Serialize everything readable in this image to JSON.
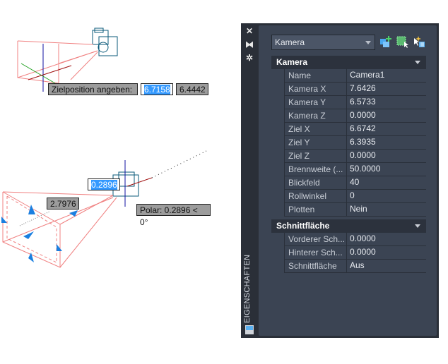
{
  "viewport": {
    "tooltip1": {
      "label": "Zielposition angeben:",
      "input_value": "6.7158",
      "second_value": "6.4442"
    },
    "tooltip2": {
      "input_value": "0.2896",
      "distance": "2.7976",
      "polar": "Polar: 0.2896 < 0°"
    }
  },
  "panel": {
    "title": "EIGENSCHAFTEN",
    "object_type": "Kamera",
    "sections": [
      {
        "title": "Kamera",
        "rows": [
          {
            "label": "Name",
            "value": "Camera1"
          },
          {
            "label": "Kamera X",
            "value": "7.6426"
          },
          {
            "label": "Kamera Y",
            "value": "6.5733"
          },
          {
            "label": "Kamera Z",
            "value": "0.0000"
          },
          {
            "label": "Ziel X",
            "value": "6.6742"
          },
          {
            "label": "Ziel Y",
            "value": "6.3935"
          },
          {
            "label": "Ziel Z",
            "value": "0.0000"
          },
          {
            "label": "Brennweite (...",
            "value": "50.0000"
          },
          {
            "label": "Blickfeld",
            "value": "40"
          },
          {
            "label": "Rollwinkel",
            "value": "0"
          },
          {
            "label": "Plotten",
            "value": "Nein"
          }
        ]
      },
      {
        "title": "Schnittfläche",
        "rows": [
          {
            "label": "Vorderer  Sch...",
            "value": "0.0000"
          },
          {
            "label": "Hinterer Sch...",
            "value": "0.0000"
          },
          {
            "label": "Schnittfläche",
            "value": "Aus"
          }
        ]
      }
    ]
  }
}
